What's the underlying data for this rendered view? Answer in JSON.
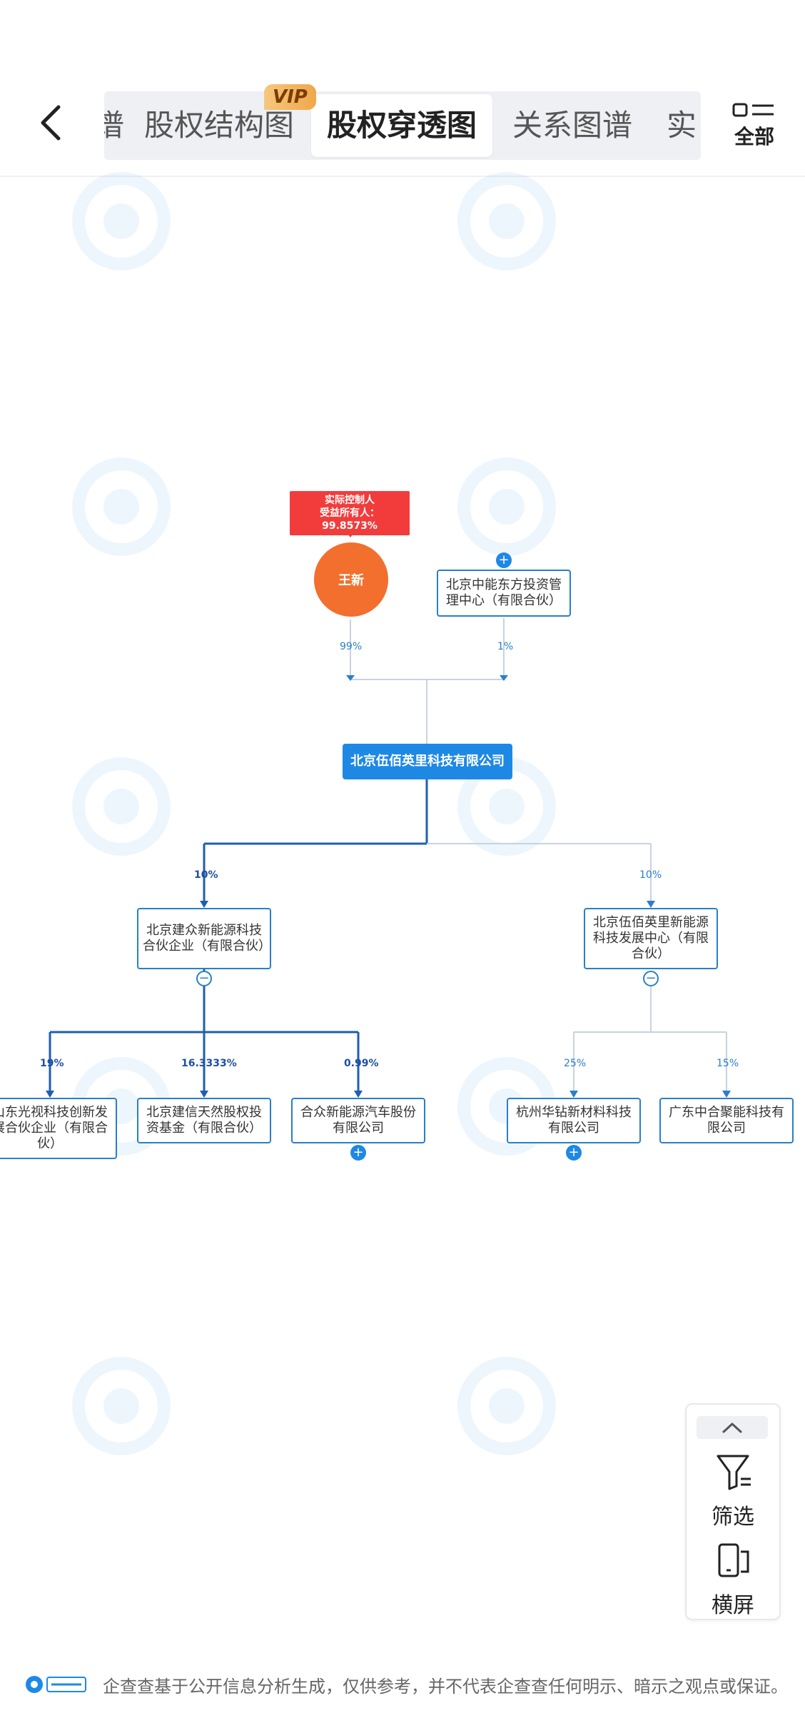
{
  "header": {
    "tabs": [
      {
        "label": "谱"
      },
      {
        "label": "股权结构图"
      },
      {
        "label": "股权穿透图"
      },
      {
        "label": "关系图谱"
      },
      {
        "label": "实"
      }
    ],
    "vip_badge": "VIP",
    "all_label": "全部"
  },
  "tree": {
    "controller_tag": {
      "line1": "实际控制人",
      "line2": "受益所有人：99.8573%"
    },
    "person": {
      "name": "王新"
    },
    "shareholder": {
      "name": "北京中能东方投资管理中心（有限合伙）"
    },
    "shareholder_pcts": {
      "person": "99%",
      "shareholder": "1%"
    },
    "main_company": {
      "name": "北京伍佰英里科技有限公司"
    },
    "level1": [
      {
        "name": "北京建众新能源科技合伙企业（有限合伙）",
        "pct": "10%"
      },
      {
        "name": "北京伍佰英里新能源科技发展中心（有限合伙）",
        "pct": "10%"
      }
    ],
    "level2_left": [
      {
        "name": "山东光视科技创新发展合伙企业（有限合伙）",
        "pct": "19%"
      },
      {
        "name": "北京建信天然股权投资基金（有限合伙）",
        "pct": "16.3333%"
      },
      {
        "name": "合众新能源汽车股份有限公司",
        "pct": "0.99%"
      }
    ],
    "level2_right": [
      {
        "name": "杭州华钻新材料科技有限公司",
        "pct": "25%"
      },
      {
        "name": "广东中合聚能科技有限公司",
        "pct": "15%"
      }
    ]
  },
  "float_panel": {
    "filter_label": "筛选",
    "landscape_label": "横屏"
  },
  "footer": {
    "disclaimer": "企查查基于公开信息分析生成，仅供参考，并不代表企查查任何明示、暗示之观点或保证。"
  }
}
